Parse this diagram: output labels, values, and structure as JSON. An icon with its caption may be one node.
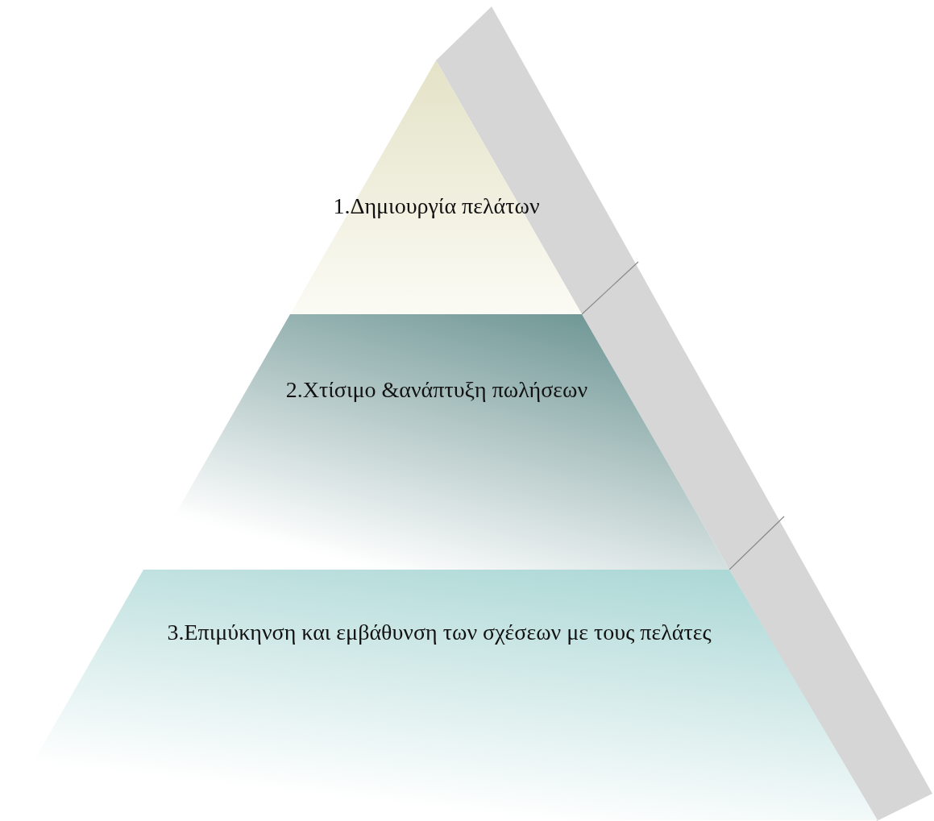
{
  "diagram": {
    "nodes": [
      {
        "text": [
          "1.Δημιουργία πελάτων"
        ]
      },
      {
        "text": [
          "2.Χτίσιμο &ανάπτυξη πωλήσεων"
        ]
      },
      {
        "text": [
          "3.Επιμύκηνση και εμβάθυνση των σχέσεων με τους πελάτες"
        ]
      }
    ]
  }
}
